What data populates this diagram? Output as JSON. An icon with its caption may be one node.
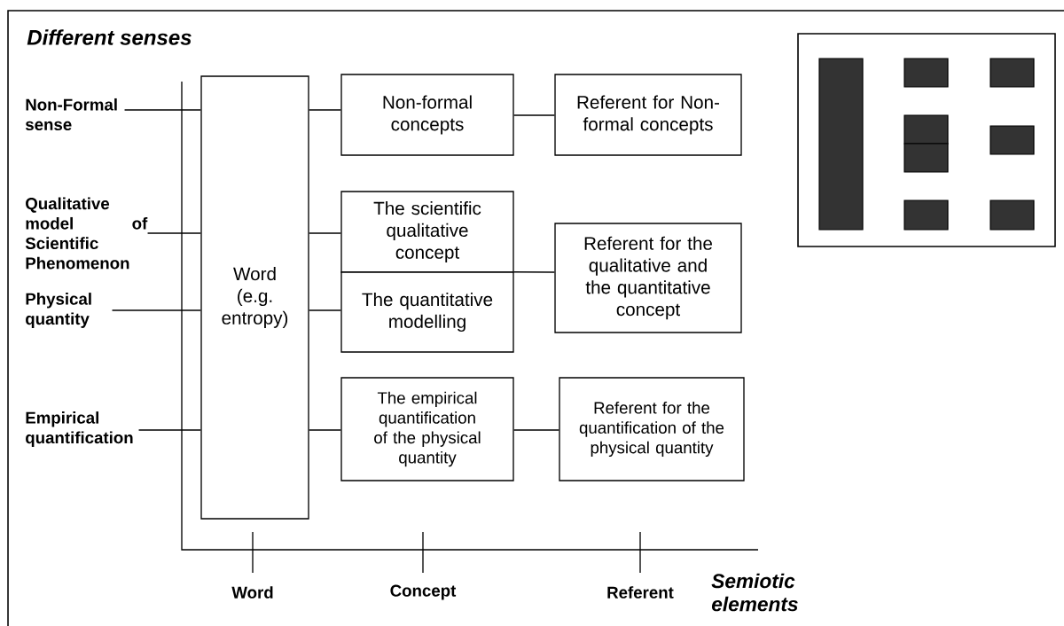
{
  "diagram": {
    "title": "Different senses",
    "nodes": [
      {
        "text": [
          "Non-Formal sense"
        ]
      },
      {
        "text": [
          "Qualitative model of Scientific Phenomenon"
        ]
      },
      {
        "text": [
          "Physical quantity"
        ]
      },
      {
        "text": [
          "Empirical quantification"
        ]
      },
      {
        "text": [
          "Word (e.g. entropy)"
        ]
      },
      {
        "text": [
          "Non-formal concepts"
        ]
      },
      {
        "text": [
          "The scientific qualitative concept"
        ]
      },
      {
        "text": [
          "The quantitative modelling"
        ]
      },
      {
        "text": [
          "The empirical quantification of the physical quantity"
        ]
      },
      {
        "text": [
          "Referent for Non-formal concepts"
        ]
      },
      {
        "text": [
          "Referent for the qualitative and the quantitative concept"
        ]
      },
      {
        "text": [
          "Referent for the quantification of the physical quantity"
        ]
      }
    ],
    "edges": [
      {
        "from": 0,
        "to": 4,
        "arrow": "none"
      },
      {
        "from": 1,
        "to": 4,
        "arrow": "none"
      },
      {
        "from": 2,
        "to": 4,
        "arrow": "none"
      },
      {
        "from": 3,
        "to": 4,
        "arrow": "none"
      },
      {
        "from": 4,
        "to": 5,
        "arrow": "none"
      },
      {
        "from": 4,
        "to": 6,
        "arrow": "none"
      },
      {
        "from": 4,
        "to": 7,
        "arrow": "none"
      },
      {
        "from": 4,
        "to": 8,
        "arrow": "none"
      },
      {
        "from": 5,
        "to": 9,
        "arrow": "none"
      },
      {
        "from": 8,
        "to": 11,
        "arrow": "none"
      },
      {
        "from": 6,
        "to": 10,
        "arrow": "none"
      },
      {
        "from": 7,
        "to": 10,
        "arrow": "none"
      }
    ],
    "labels": [
      "Word",
      "Concept",
      "Referent",
      "Semiotic elements"
    ]
  }
}
